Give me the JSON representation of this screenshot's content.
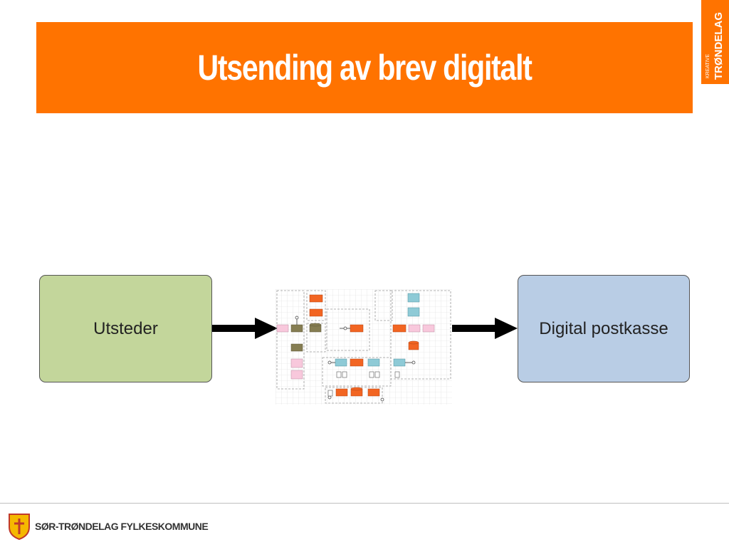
{
  "slide": {
    "title": "Utsending av brev digitalt"
  },
  "brand": {
    "corner_small": "KREATIVE",
    "corner_big": "TRØNDELAG",
    "footer_org": "SØR-TRØNDELAG FYLKESKOMMUNE"
  },
  "flow": {
    "source": "Utsteder",
    "target": "Digital postkasse"
  },
  "colors": {
    "accent_orange": "#FF7300",
    "issuer_fill": "#C3D69B",
    "mailbox_fill": "#B9CDE5",
    "arrow": "#000000",
    "footer_line": "#BFBFBF",
    "thumb_orange": "#F26522",
    "thumb_olive": "#857D52",
    "thumb_pink": "#F8C8DC",
    "thumb_teal": "#8ECAD6"
  },
  "icons": {
    "coat_of_arms": "shield-icon",
    "arrow_left": "arrow-right-icon",
    "arrow_right": "arrow-right-icon"
  }
}
